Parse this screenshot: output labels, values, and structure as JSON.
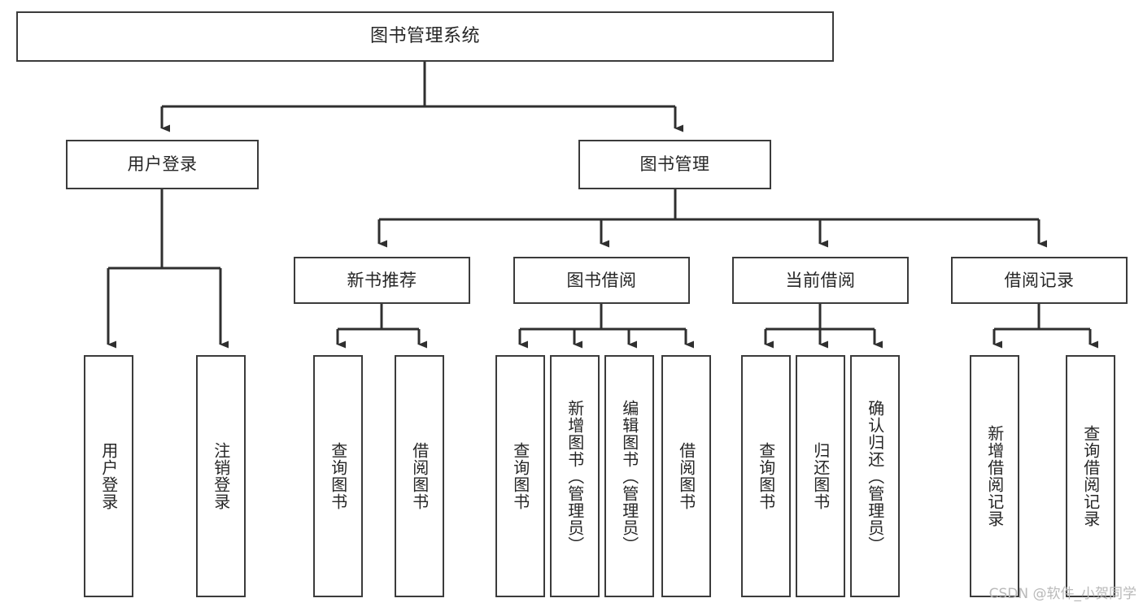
{
  "diagram": {
    "title": "图书管理系统",
    "type": "tree",
    "watermark": "CSDN @软件_小贺同学",
    "colors": {
      "box_border": "#3b3b3b",
      "box_fill": "#ffffff",
      "connector": "#2f2f2f",
      "text": "#262626",
      "watermark": "#b9b9b9",
      "background": "#ffffff"
    }
  },
  "nodes": {
    "root": {
      "label": "图书管理系统"
    },
    "level2": [
      {
        "label": "用户登录"
      },
      {
        "label": "图书管理"
      }
    ],
    "level3": [
      {
        "label": "新书推荐"
      },
      {
        "label": "图书借阅"
      },
      {
        "label": "当前借阅"
      },
      {
        "label": "借阅记录"
      }
    ],
    "leaves": {
      "user_login": [
        {
          "label": "用户登录"
        },
        {
          "label": "注销登录"
        }
      ],
      "new_book_recommend": [
        {
          "label": "查询图书"
        },
        {
          "label": "借阅图书"
        }
      ],
      "book_borrow": [
        {
          "label": "查询图书"
        },
        {
          "label": "新增图书（管理员）"
        },
        {
          "label": "编辑图书（管理员）"
        },
        {
          "label": "借阅图书"
        }
      ],
      "current_borrow": [
        {
          "label": "查询图书"
        },
        {
          "label": "归还图书"
        },
        {
          "label": "确认归还（管理员）"
        }
      ],
      "borrow_record": [
        {
          "label": "新增借阅记录"
        },
        {
          "label": "查询借阅记录"
        }
      ]
    }
  }
}
